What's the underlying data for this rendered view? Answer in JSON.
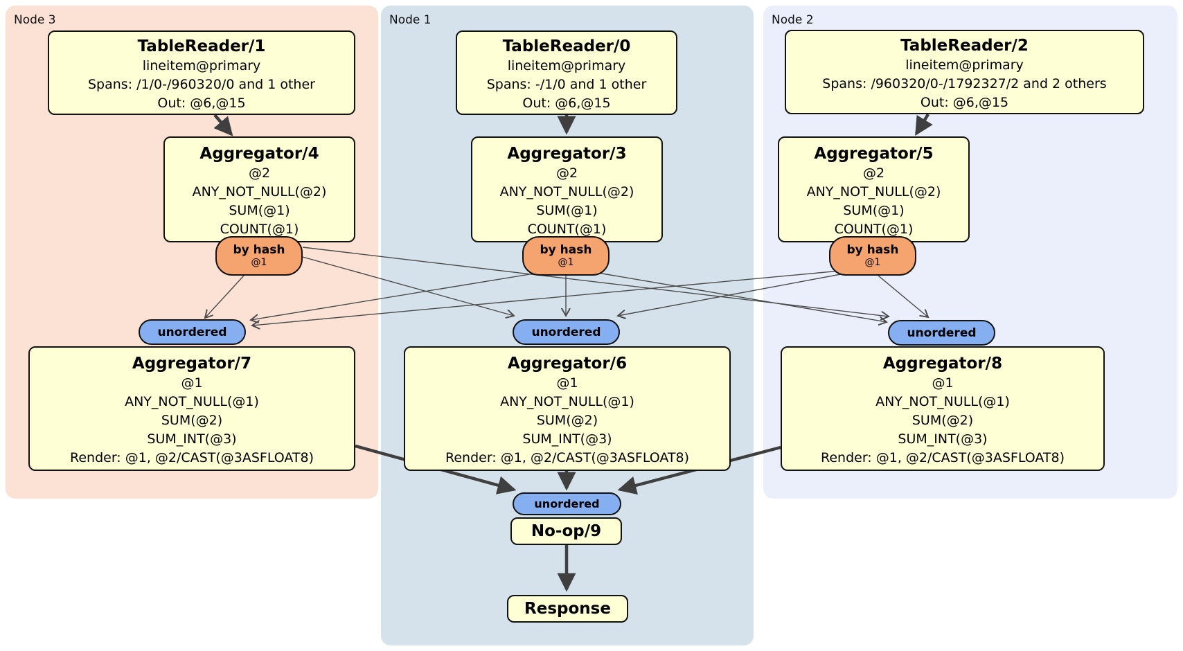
{
  "regions": [
    {
      "label": "Node 3"
    },
    {
      "label": "Node 1"
    },
    {
      "label": "Node 2"
    }
  ],
  "capsules": {
    "by_hash": "by hash",
    "by_hash_detail": "@1",
    "unordered": "unordered"
  },
  "processors": {
    "tr1": {
      "title": "TableReader/1",
      "lines": [
        "lineitem@primary",
        "Spans: /1/0-/960320/0 and 1 other",
        "Out: @6,@15"
      ]
    },
    "tr0": {
      "title": "TableReader/0",
      "lines": [
        "lineitem@primary",
        "Spans: -/1/0 and 1 other",
        "Out: @6,@15"
      ]
    },
    "tr2": {
      "title": "TableReader/2",
      "lines": [
        "lineitem@primary",
        "Spans: /960320/0-/1792327/2 and 2 others",
        "Out: @6,@15"
      ]
    },
    "agg4": {
      "title": "Aggregator/4",
      "lines": [
        "@2",
        "ANY_NOT_NULL(@2)",
        "SUM(@1)",
        "COUNT(@1)"
      ]
    },
    "agg3": {
      "title": "Aggregator/3",
      "lines": [
        "@2",
        "ANY_NOT_NULL(@2)",
        "SUM(@1)",
        "COUNT(@1)"
      ]
    },
    "agg5": {
      "title": "Aggregator/5",
      "lines": [
        "@2",
        "ANY_NOT_NULL(@2)",
        "SUM(@1)",
        "COUNT(@1)"
      ]
    },
    "agg7": {
      "title": "Aggregator/7",
      "lines": [
        "@1",
        "ANY_NOT_NULL(@1)",
        "SUM(@2)",
        "SUM_INT(@3)",
        "Render: @1, @2/CAST(@3ASFLOAT8)"
      ]
    },
    "agg6": {
      "title": "Aggregator/6",
      "lines": [
        "@1",
        "ANY_NOT_NULL(@1)",
        "SUM(@2)",
        "SUM_INT(@3)",
        "Render: @1, @2/CAST(@3ASFLOAT8)"
      ]
    },
    "agg8": {
      "title": "Aggregator/8",
      "lines": [
        "@1",
        "ANY_NOT_NULL(@1)",
        "SUM(@2)",
        "SUM_INT(@3)",
        "Render: @1, @2/CAST(@3ASFLOAT8)"
      ]
    },
    "noop": {
      "title": "No-op/9"
    },
    "response": {
      "title": "Response"
    }
  },
  "colors": {
    "node3_bg": "#fbe2d5",
    "node1_bg": "#d5e2eb",
    "node2_bg": "#eaeffb",
    "processor_bg": "#ffffd6",
    "by_hash_bg": "#f5a470",
    "unordered_bg": "#86aff2",
    "edge_thin": "#4a4a4a",
    "edge_thick": "#3f3f3f",
    "border": "#111111"
  }
}
